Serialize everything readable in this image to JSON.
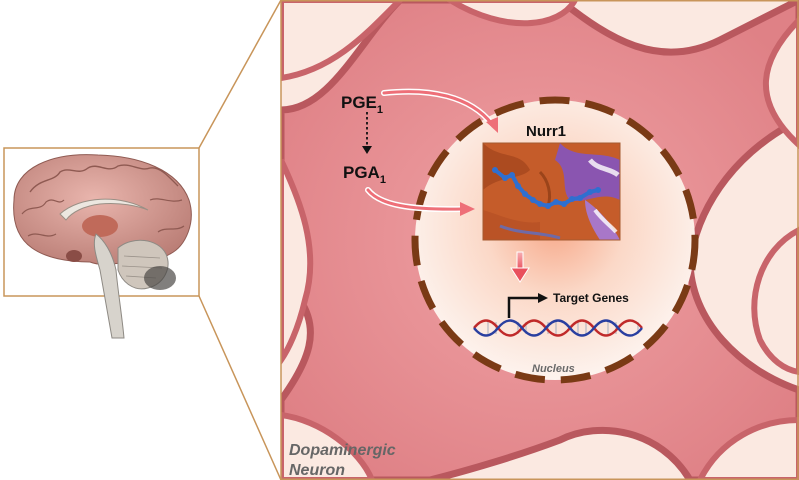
{
  "labels": {
    "pge_main": "PGE",
    "pge_sub": "1",
    "pga_main": "PGA",
    "pga_sub": "1",
    "receptor": "Nurr1",
    "target_genes": "Target Genes",
    "nucleus": "Nucleus",
    "neuron_line1": "Dopaminergic",
    "neuron_line2": "Neuron"
  },
  "icons": {
    "brain": "brain-sagittal-section-icon",
    "protein": "nurr1-protein-structure-icon",
    "dna": "dna-double-helix-icon"
  },
  "colors": {
    "frame_border": "#c8955a",
    "cell_fill": "#e48e92",
    "cell_dark_edge": "#b9585e",
    "background_cream": "#fbe9e1",
    "nucleus_dash": "#7a3a15",
    "arrow_pink": "#ee6f78",
    "protein_orange": "#c55c2a",
    "protein_purple": "#8a55b0",
    "ligand_blue": "#2f6fd0",
    "dna_red": "#c02a2a",
    "dna_blue": "#2a3fa0",
    "neuron_text": "#666666"
  }
}
